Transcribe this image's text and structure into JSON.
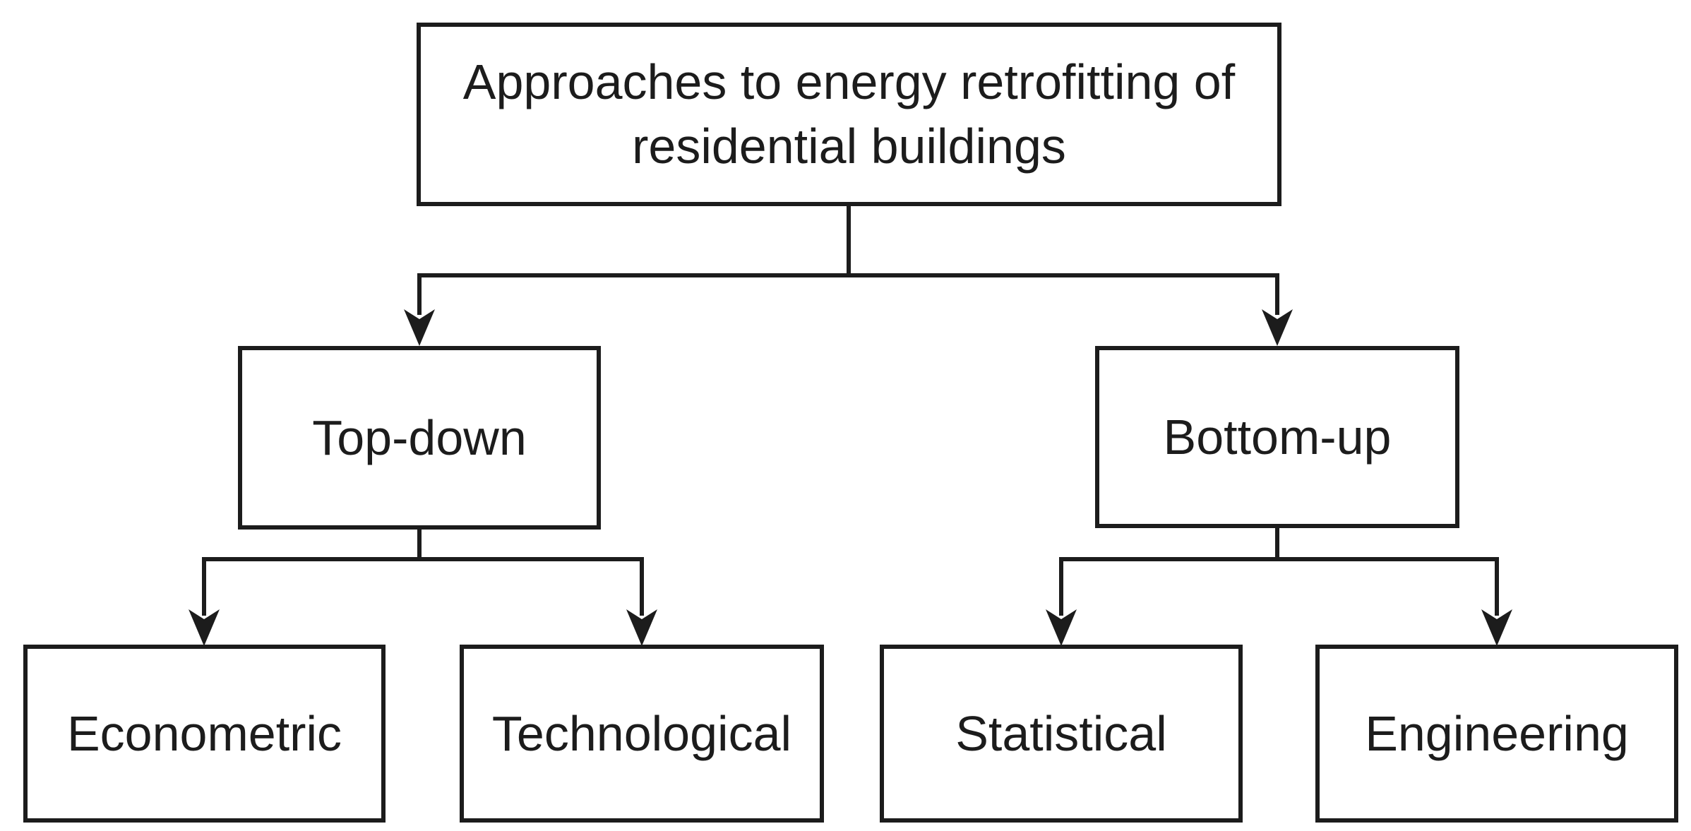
{
  "colors": {
    "line": "#1c1c1c",
    "background": "#ffffff"
  },
  "diagram": {
    "type": "tree",
    "root": {
      "label": "Approaches to energy retrofitting of residential buildings"
    },
    "level1": [
      {
        "label": "Top-down"
      },
      {
        "label": "Bottom-up"
      }
    ],
    "level2": [
      {
        "label": "Econometric",
        "parent": "Top-down"
      },
      {
        "label": "Technological",
        "parent": "Top-down"
      },
      {
        "label": "Statistical",
        "parent": "Bottom-up"
      },
      {
        "label": "Engineering",
        "parent": "Bottom-up"
      }
    ]
  }
}
